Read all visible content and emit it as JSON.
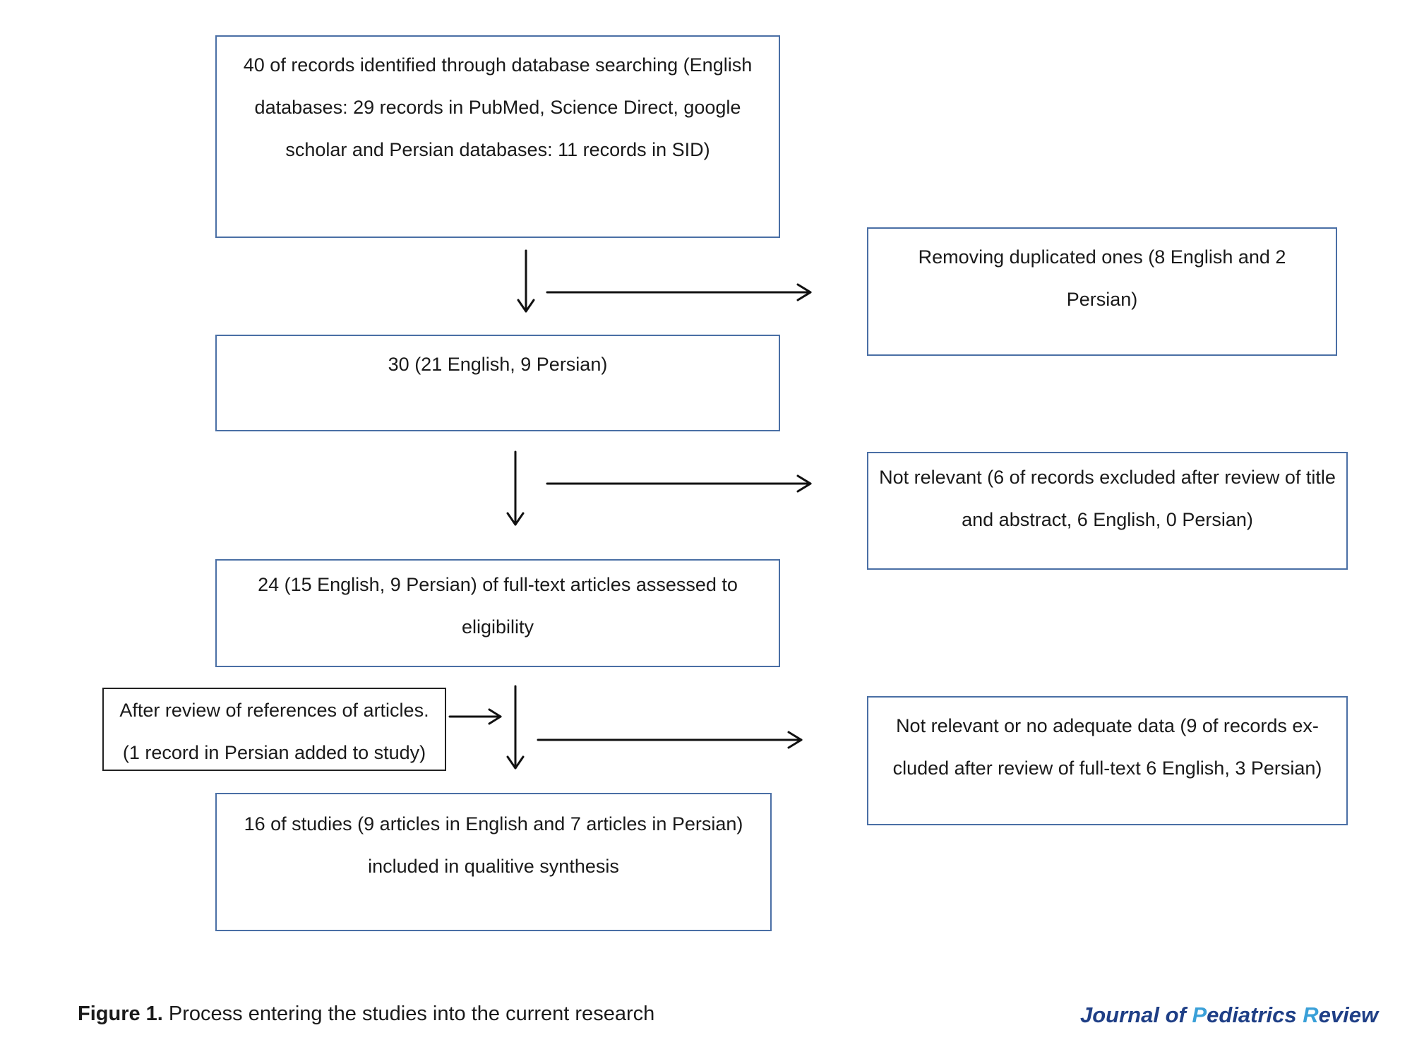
{
  "boxes": {
    "identified": "40 of records identified through database searching (English databases: 29 records in PubMed, Science Direct, google scholar and Persian databases: 11 records in SID)",
    "duplicates_removed": "Removing duplicated ones (8 English and 2 Persian)",
    "after_duplicates": "30 (21 English, 9 Persian)",
    "not_relevant_title": "Not relevant (6 of records excluded after review of title and abstract, 6 English, 0 Persian)",
    "full_text_assessed": "24 (15 English, 9 Persian) of full-text articles assessed to eligibility",
    "references_added_line1": "After review of references of articles.",
    "references_added_line2": "(1 record in Persian added to study)",
    "not_relevant_full_text": "Not relevant or no adequate data (9 of records ex-cluded after review of full-text 6 English, 3 Persian)",
    "included": "16 of studies (9 articles in English and 7 articles in Persian) included in qualitive synthesis"
  },
  "caption": {
    "label": "Figure 1.",
    "text": "Process entering the studies into the current research"
  },
  "journal": {
    "part1": "Journal of ",
    "accent1": "P",
    "part2": "ediatrics ",
    "accent2": "R",
    "part3": "eview"
  },
  "colors": {
    "box_border": "#4a6fa5",
    "journal_primary": "#1f3f86",
    "journal_accent": "#3aa0d8"
  }
}
